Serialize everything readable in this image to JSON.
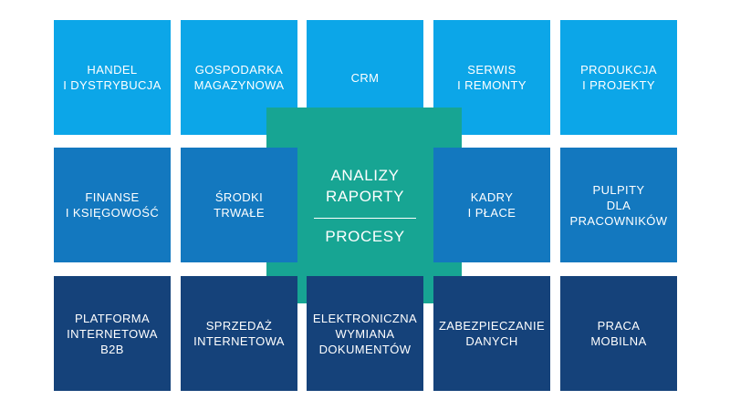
{
  "tiles": {
    "r1c1": "HANDEL\nI DYSTRYBUCJA",
    "r1c2": "GOSPODARKA\nMAGAZYNOWA",
    "r1c3": "CRM",
    "r1c4": "SERWIS\nI REMONTY",
    "r1c5": "PRODUKCJA\nI PROJEKTY",
    "r2c1": "FINANSE\nI KSIĘGOWOŚĆ",
    "r2c2": "ŚRODKI\nTRWAŁE",
    "r2c4": "KADRY\nI PŁACE",
    "r2c5": "PULPITY\nDLA\nPRACOWNIKÓW",
    "r3c1": "PLATFORMA\nINTERNETOWA\nB2B",
    "r3c2": "SPRZEDAŻ\nINTERNETOWA",
    "r3c3": "ELEKTRONICZNA\nWYMIANA\nDOKUMENTÓW",
    "r3c4": "ZABEZPIECZANIE\nDANYCH",
    "r3c5": "PRACA\nMOBILNA"
  },
  "center": {
    "top": "ANALIZY\nRAPORTY",
    "bottom": "PROCESY"
  },
  "colors": {
    "row1": "#0ca6e8",
    "row2": "#1378bf",
    "row3": "#15427a",
    "center": "#17a593"
  }
}
